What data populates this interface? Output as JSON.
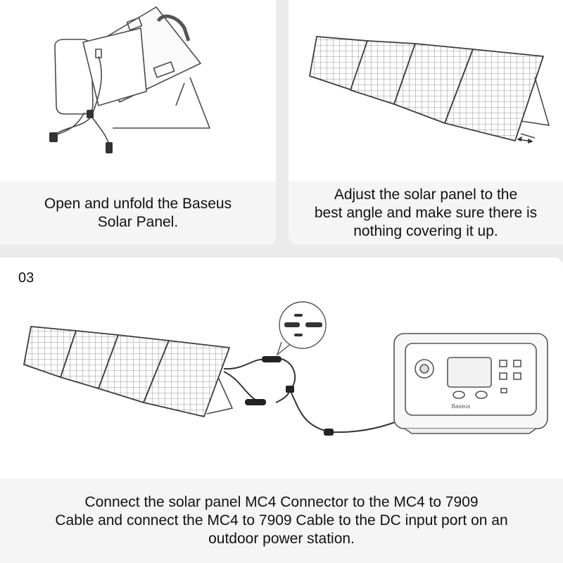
{
  "steps": [
    {
      "caption": "Open and unfold the Baseus\nSolar Panel."
    },
    {
      "caption": "Adjust the solar panel to the\nbest angle and make sure there is\nnothing covering it up."
    },
    {
      "number": "03",
      "caption": "Connect the solar panel MC4 Connector to the MC4 to 7909\nCable and connect the MC4 to 7909 Cable to the DC input port on an\noutdoor power station."
    }
  ],
  "power_station": {
    "brand": "Baseus"
  },
  "colors": {
    "background": "#ebebeb",
    "card": "#ffffff",
    "caption_band": "#f5f5f5",
    "line": "#4a4a4a"
  }
}
